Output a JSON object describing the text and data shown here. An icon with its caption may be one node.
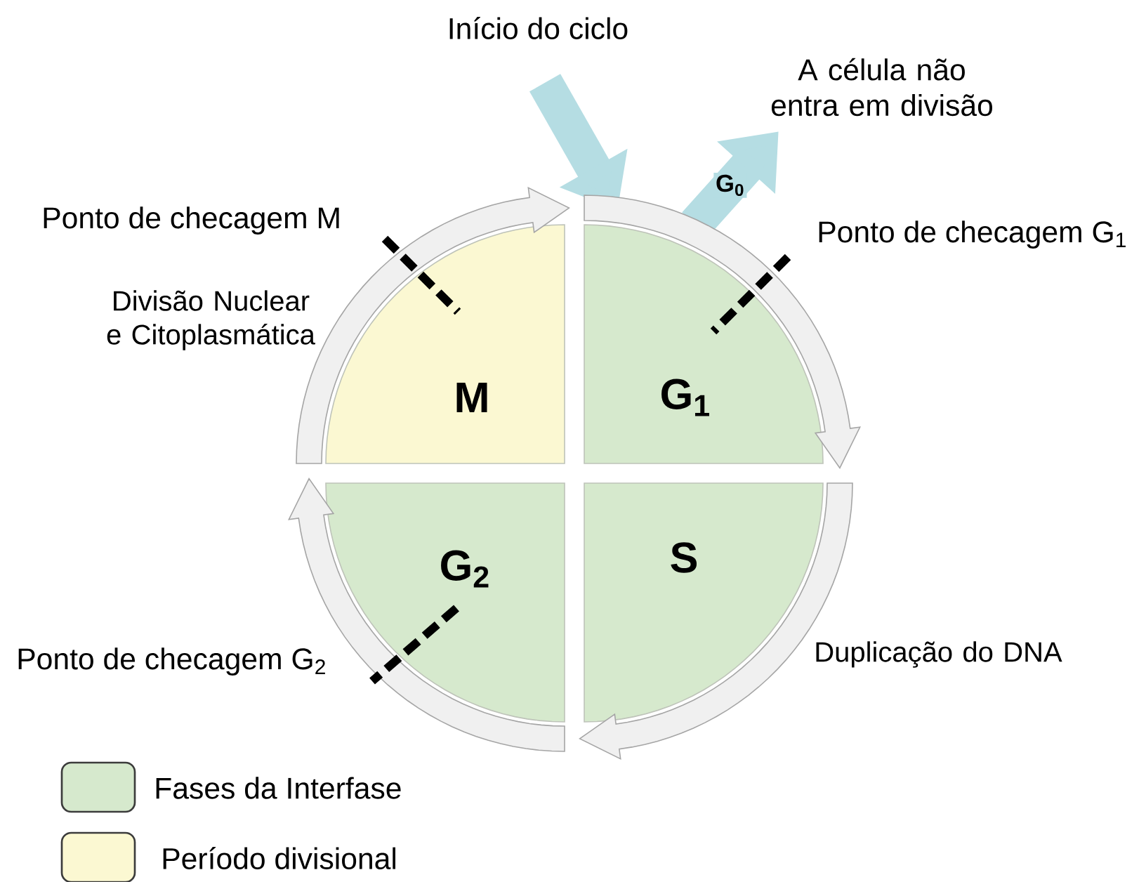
{
  "diagram": {
    "nodes": [
      {
        "text": [
          "Início do ciclo"
        ]
      },
      {
        "text": [
          "A célula não entra em divisão"
        ]
      },
      {
        "text": [
          "M"
        ],
        "beside": [
          "Divisão Nuclear e Citoplasmática"
        ]
      },
      {
        "text": [
          "G$_{1}$"
        ]
      },
      {
        "text": [
          "G$_{2}$"
        ]
      },
      {
        "text": [
          "S"
        ],
        "beside": [
          "Duplicação do DNA"
        ]
      }
    ],
    "edges": [
      {
        "from": 0,
        "to": 3,
        "arrow": "to",
        "color": "#b5dde3"
      },
      {
        "from": 3,
        "to": 1,
        "arrow": "to",
        "label": "G$_{0}$",
        "color": "#b5dde3"
      },
      {
        "from": 2,
        "to": 3,
        "arrow": "to"
      },
      {
        "from": 3,
        "to": 5,
        "arrow": "to"
      },
      {
        "from": 5,
        "to": 4,
        "arrow": "to"
      },
      {
        "from": 4,
        "to": 2,
        "arrow": "to"
      }
    ],
    "labels": [
      "Ponto de checagem M",
      "Ponto de checagem G$_{1}$",
      "Ponto de checagem G$_{2}$"
    ],
    "legend": [
      {
        "text": "Fases da Interfase",
        "color": "#d6e9cd"
      },
      {
        "text": "Período divisional",
        "color": "#fbf8d2"
      }
    ]
  }
}
